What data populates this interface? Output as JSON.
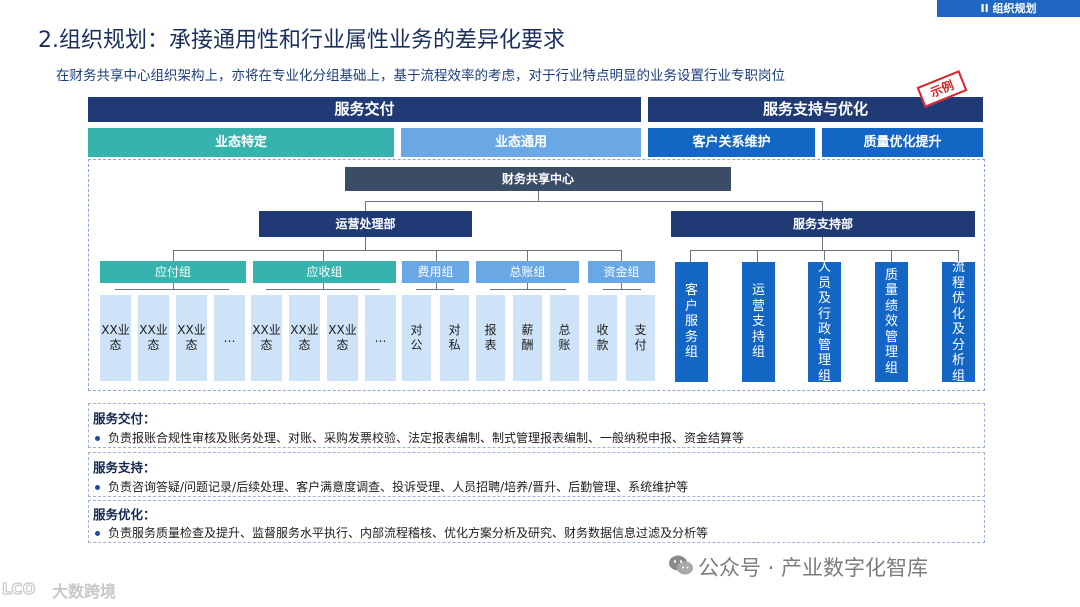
{
  "header_tag": "II 组织规划",
  "title": "2.组织规划：承接通用性和行业属性业务的差异化要求",
  "subtitle": "在财务共享中心组织架构上，亦将在专业化分组基础上，基于流程效率的考虑，对于行业特点明显的业务设置行业专职岗位",
  "stamp": "示例",
  "bands": {
    "delivery": "服务交付",
    "support_opt": "服务支持与优化",
    "industry_specific": "业态特定",
    "industry_general": "业态通用",
    "crm": "客户关系维护",
    "quality": "质量优化提升"
  },
  "org": {
    "root": "财务共享中心",
    "ops_dept": "运营处理部",
    "svc_dept": "服务支持部",
    "groups": [
      "应付组",
      "应收组",
      "费用组",
      "总账组",
      "资金组"
    ],
    "ap_leaves": [
      "XX业态",
      "XX业态",
      "XX业态",
      "…"
    ],
    "ar_leaves": [
      "XX业态",
      "XX业态",
      "XX业态",
      "…"
    ],
    "exp_leaves": [
      "对公",
      "对私"
    ],
    "gl_leaves": [
      "报表",
      "薪酬",
      "总账"
    ],
    "fund_leaves": [
      "收款",
      "支付"
    ],
    "svc_groups": [
      "客户服务组",
      "运营支持组",
      "人员及行政管理组",
      "质量绩效管理组",
      "流程优化及分析组"
    ]
  },
  "descriptions": [
    {
      "heading": "服务交付：",
      "text": "负责报账合规性审核及账务处理、对账、采购发票校验、法定报表编制、制式管理报表编制、一般纳税申报、资金结算等"
    },
    {
      "heading": "服务支持：",
      "text": "负责咨询答疑/问题记录/后续处理、客户满意度调查、投诉受理、人员招聘/培养/晋升、后勤管理、系统维护等"
    },
    {
      "heading": "服务优化：",
      "text": "负责服务质量检查及提升、监督服务水平执行、内部流程稽核、优化方案分析及研究、财务数据信息过滤及分析等"
    }
  ],
  "watermarks": {
    "wechat": "公众号 · 产业数字化智库",
    "brand": "大数跨境"
  },
  "colors": {
    "navy": "#1f3a75",
    "teal": "#36b3ad",
    "light_blue": "#6aa7e5",
    "blue": "#1466c4",
    "root": "#3b4d66",
    "leaf": "#cfe3f8"
  }
}
